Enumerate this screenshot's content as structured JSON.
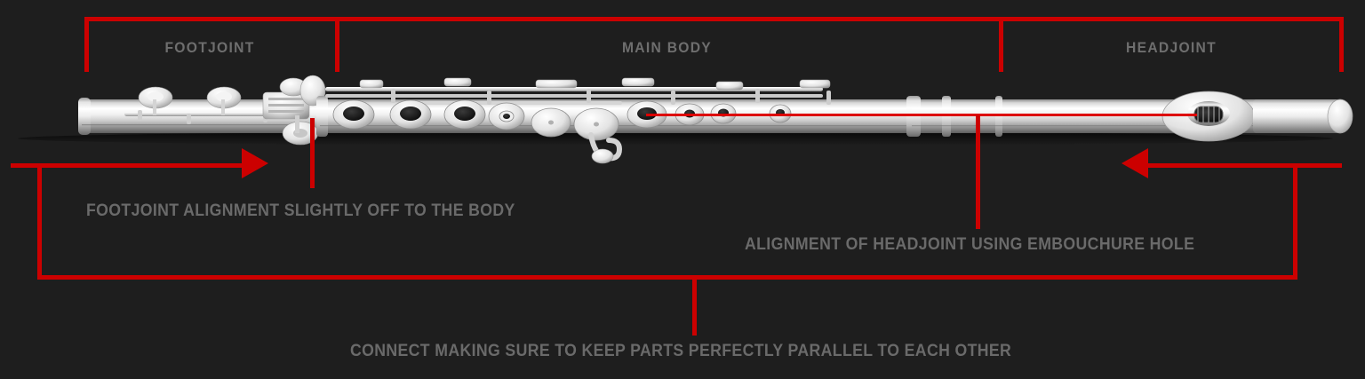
{
  "page": {
    "background_color": "#1e1e1e",
    "accent_color": "#cc0000",
    "label_color": "#6a6a6a",
    "subject": "flute-assembly-diagram"
  },
  "sections": [
    {
      "id": "footjoint",
      "label": "FOOTJOINT"
    },
    {
      "id": "main-body",
      "label": "MAIN BODY"
    },
    {
      "id": "headjoint",
      "label": "HEADJOINT"
    }
  ],
  "annotations": [
    {
      "id": "footjoint-alignment",
      "text": "FOOTJOINT ALIGNMENT SLIGHTLY OFF TO THE BODY"
    },
    {
      "id": "headjoint-alignment",
      "text": "ALIGNMENT OF HEADJOINT USING EMBOUCHURE HOLE"
    },
    {
      "id": "parallel-connect",
      "text": "CONNECT MAKING SURE TO KEEP PARTS PERFECTLY PARALLEL TO EACH OTHER"
    }
  ],
  "icons": {
    "arrow_right": "arrow-right-icon",
    "arrow_left": "arrow-left-icon",
    "alignment_line": "red-alignment-line"
  }
}
